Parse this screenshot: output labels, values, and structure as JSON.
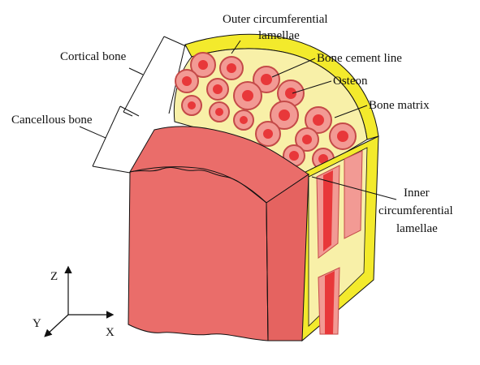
{
  "labels": {
    "outer_line1": "Outer circumferential",
    "outer_line2": "lamellae",
    "cortical": "Cortical bone",
    "cancellous": "Cancellous bone",
    "cement": "Bone cement line",
    "osteon": "Osteon",
    "matrix": "Bone matrix",
    "inner_line1": "Inner",
    "inner_line2": "circumferential",
    "inner_line3": "lamellae"
  },
  "axes": {
    "z": "Z",
    "y": "Y",
    "x": "X"
  },
  "colors": {
    "bone_fill": "#ea6d6a",
    "bone_dark": "#c44a48",
    "bone_light": "#f29a94",
    "canal": "#e8383a",
    "matrix": "#f8f0a8",
    "lamellae_yellow": "#f3ea2c",
    "outline": "#111111"
  }
}
